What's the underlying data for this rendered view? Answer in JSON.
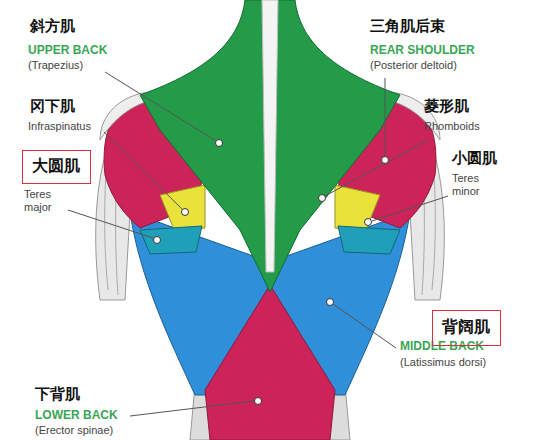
{
  "diagram": {
    "nodes": [
      {
        "text": [
          "大圆肌"
        ]
      },
      {
        "text": [
          "背阔肌"
        ]
      }
    ],
    "labels": [
      "斜方肌",
      "UPPER BACK",
      "(Trapezius)",
      "三角肌后束",
      "REAR SHOULDER",
      "(Posterior deltoid)",
      "冈下肌",
      "Infraspinatus",
      "菱形肌",
      "Rhomboids",
      "Teres major",
      "小圆肌",
      "Teres minor",
      "MIDDLE BACK",
      "(Latissimus dorsi)",
      "下背肌",
      "LOWER BACK",
      "(Erector spinae)"
    ]
  }
}
